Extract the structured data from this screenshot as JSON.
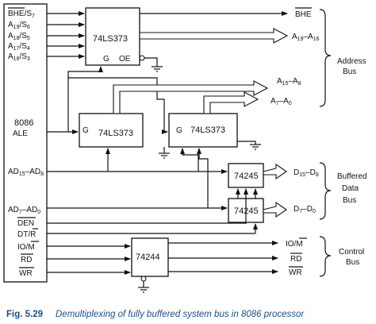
{
  "cpu": {
    "name": "8086",
    "pins": [
      "BHE/S7",
      "A19/S6",
      "A18/S5",
      "A17/S4",
      "A16/S3",
      "ALE",
      "AD15–AD8",
      "AD7–AD0",
      "DEN",
      "DT/R",
      "IO/M",
      "RD",
      "WR"
    ]
  },
  "pins": {
    "bhe": {
      "main": "BHE",
      "sub": "/S",
      "idx": "7"
    },
    "a19": {
      "main": "A",
      "sub1": "19",
      "mid": "/S",
      "sub2": "6"
    },
    "a18": {
      "main": "A",
      "sub1": "18",
      "mid": "/S",
      "sub2": "5"
    },
    "a17": {
      "main": "A",
      "sub1": "17",
      "mid": "/S",
      "sub2": "4"
    },
    "a16": {
      "main": "A",
      "sub1": "16",
      "mid": "/S",
      "sub2": "3"
    },
    "ale": "ALE",
    "ad_high": {
      "a": "AD",
      "s1": "15",
      "mid": "–AD",
      "s2": "8"
    },
    "ad_low": {
      "a": "AD",
      "s1": "7",
      "mid": "–AD",
      "s2": "0"
    },
    "den": "DEN",
    "dtr": {
      "a": "DT/",
      "b": "R"
    },
    "iom": {
      "a": "IO/",
      "b": "M"
    },
    "rd": "RD",
    "wr": "WR"
  },
  "blocks": {
    "latch_top": {
      "name": "74LS373",
      "g": "G",
      "oe": "OE"
    },
    "latch_mid1": {
      "name": "74LS373",
      "g": "G"
    },
    "latch_mid2": {
      "name": "74LS373",
      "g": "G"
    },
    "xcvr_high": "74245",
    "xcvr_low": "74245",
    "buffer_ctrl": "74244"
  },
  "outputs": {
    "bhe": "BHE",
    "a19_a16": {
      "a": "A",
      "s1": "19",
      "mid": "–A",
      "s2": "16"
    },
    "a15_a8": {
      "a": "A",
      "s1": "15",
      "mid": "–A",
      "s2": "8"
    },
    "a7_a0": {
      "a": "A",
      "s1": "7",
      "mid": "–A",
      "s2": "0"
    },
    "d15_d8": {
      "a": "D",
      "s1": "15",
      "mid": "–D",
      "s2": "8"
    },
    "d7_d0": {
      "a": "D",
      "s1": "7",
      "mid": "–D",
      "s2": "0"
    },
    "iom": {
      "a": "IO/",
      "b": "M"
    },
    "rd": "RD",
    "wr": "WR"
  },
  "groups": {
    "address": [
      "Address",
      "Bus"
    ],
    "data": [
      "Buffered",
      "Data",
      "Bus"
    ],
    "control": [
      "Control",
      "Bus"
    ]
  },
  "caption": {
    "fig": "Fig. 5.29",
    "text": "Demultiplexing of fully buffered system bus in 8086 processor"
  }
}
